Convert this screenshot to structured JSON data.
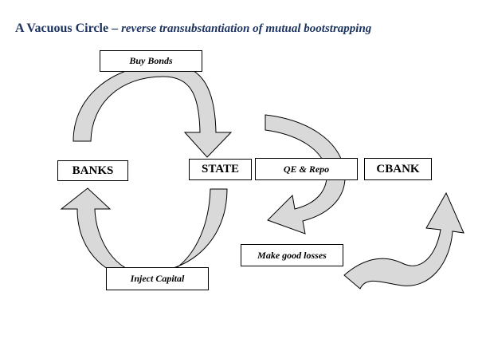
{
  "header": {
    "title_main": "A Vacuous Circle",
    "title_separator": "–",
    "title_subtitle": "reverse transubstantiation of mutual bootstrapping"
  },
  "nodes": {
    "buy_bonds": "Buy Bonds",
    "banks": "BANKS",
    "state": "STATE",
    "qe_repo": "QE & Repo",
    "cbank": "CBANK",
    "make_good_losses": "Make good losses",
    "inject_capital": "Inject Capital"
  },
  "colors": {
    "arrow_fill": "#d9d9d9",
    "stroke": "#000000",
    "title": "#1d3461"
  }
}
